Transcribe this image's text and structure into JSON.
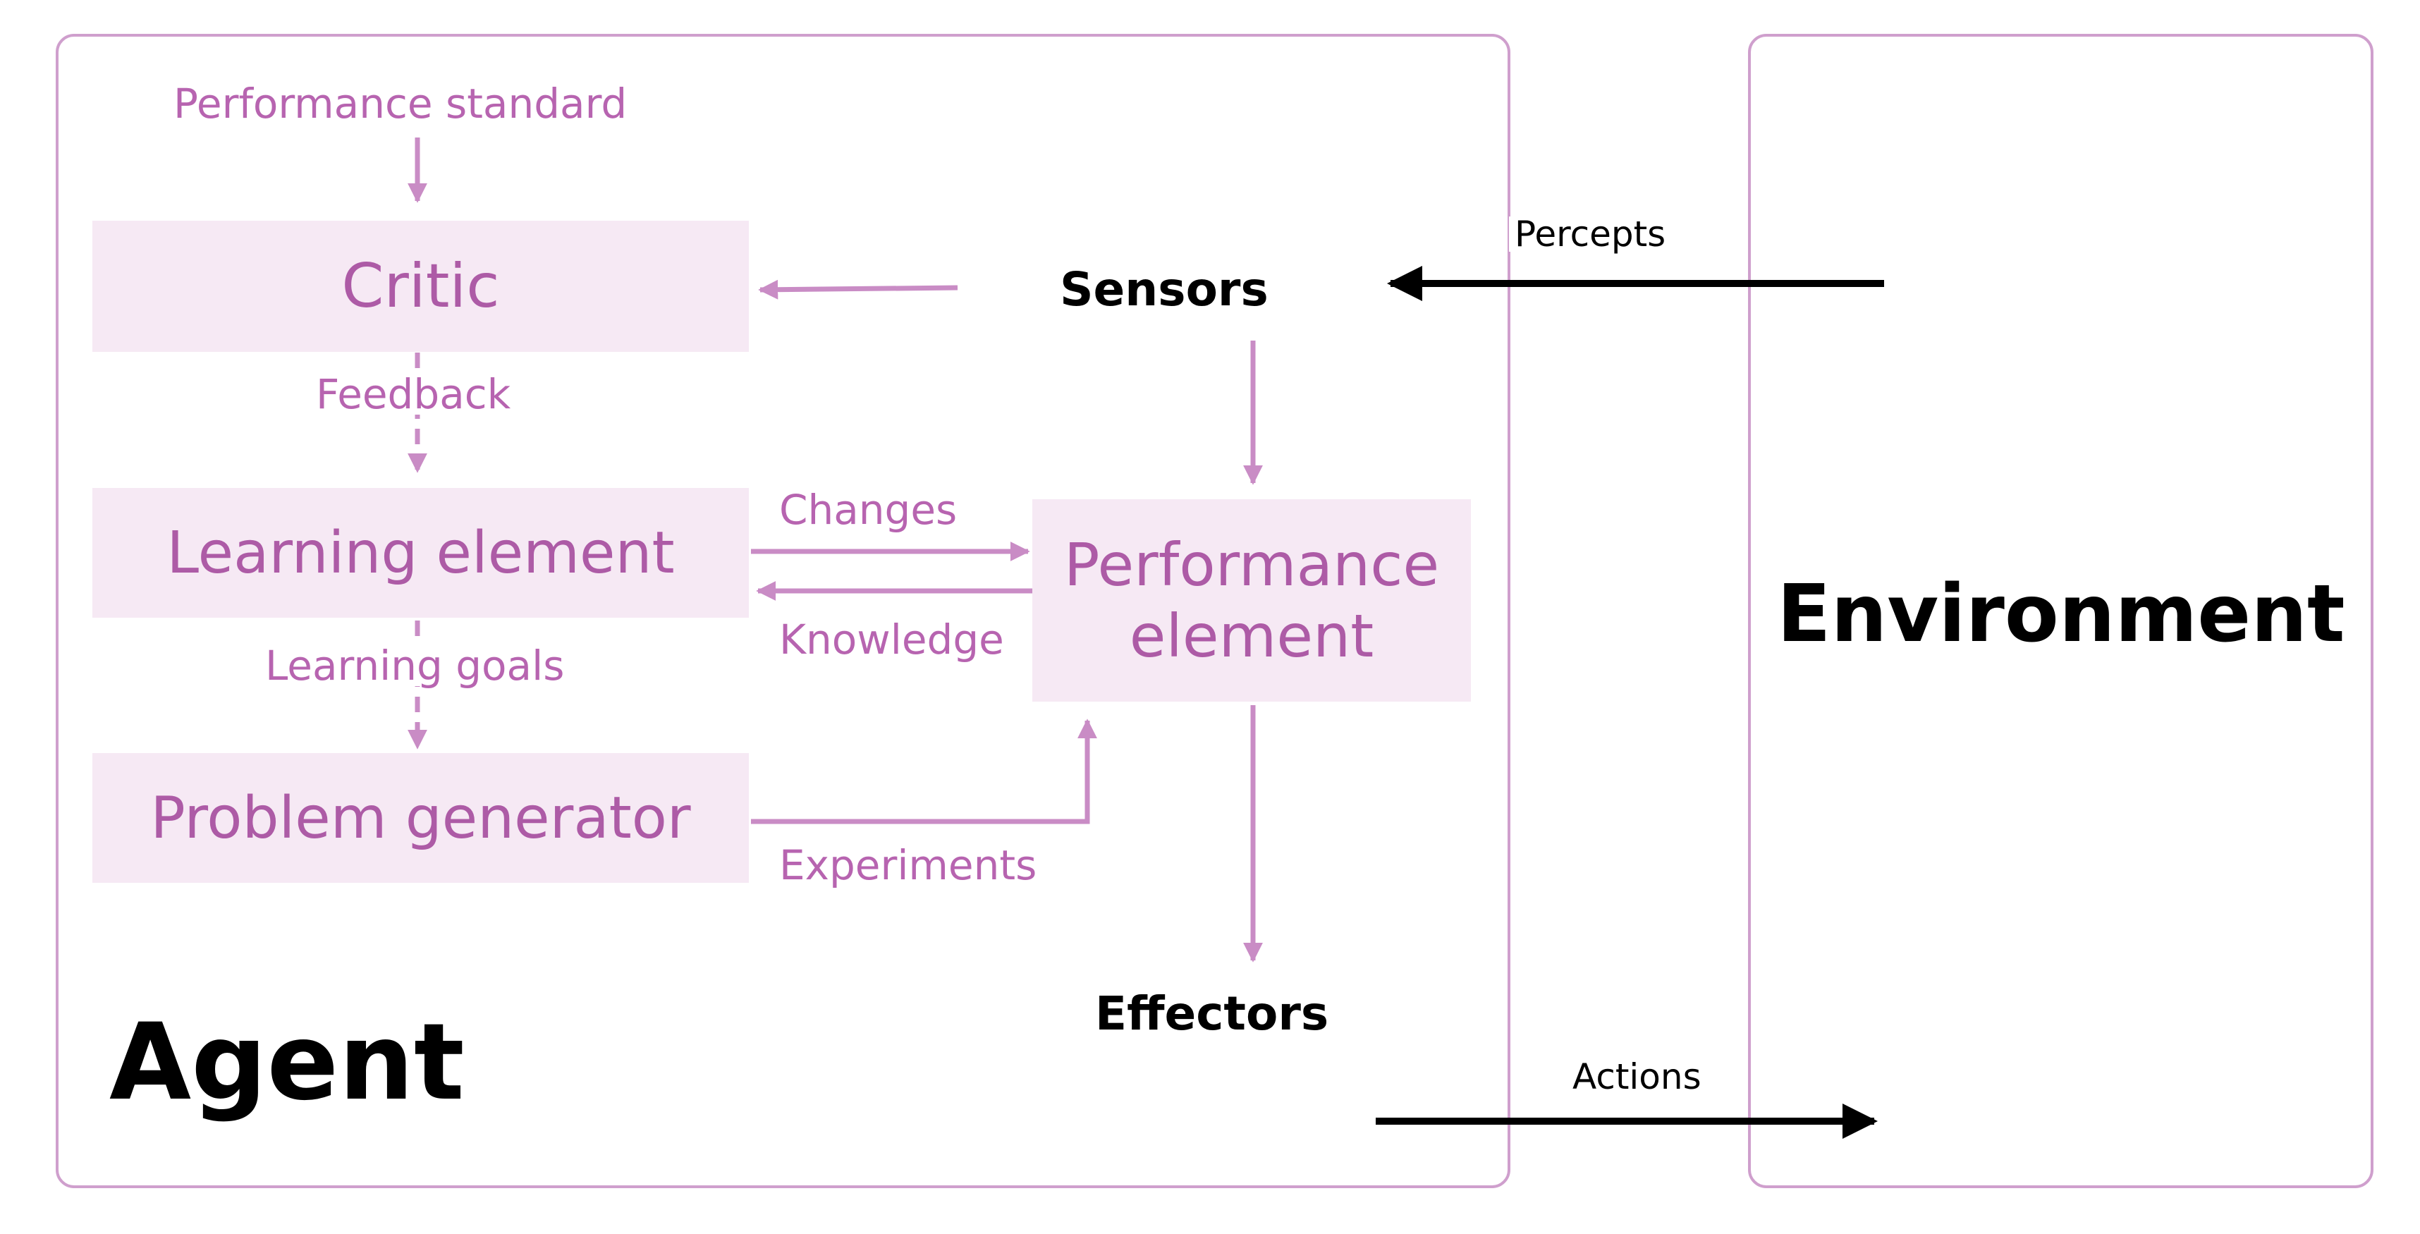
{
  "agent": {
    "title": "Agent",
    "performance_standard": "Performance standard",
    "critic": "Critic",
    "feedback": "Feedback",
    "learning_element": "Learning element",
    "learning_goals": "Learning goals",
    "problem_generator": "Problem generator",
    "changes": "Changes",
    "knowledge": "Knowledge",
    "experiments": "Experiments",
    "performance_element_line1": "Performance",
    "performance_element_line2": "element",
    "sensors": "Sensors",
    "effectors": "Effectors"
  },
  "environment": {
    "title": "Environment"
  },
  "flows": {
    "percepts": "Percepts",
    "actions": "Actions"
  },
  "colors": {
    "accent": "#b764b0",
    "node_fill": "#f6e9f4",
    "frame_border": "#cf9fcd",
    "flow_arrow": "#000000"
  }
}
